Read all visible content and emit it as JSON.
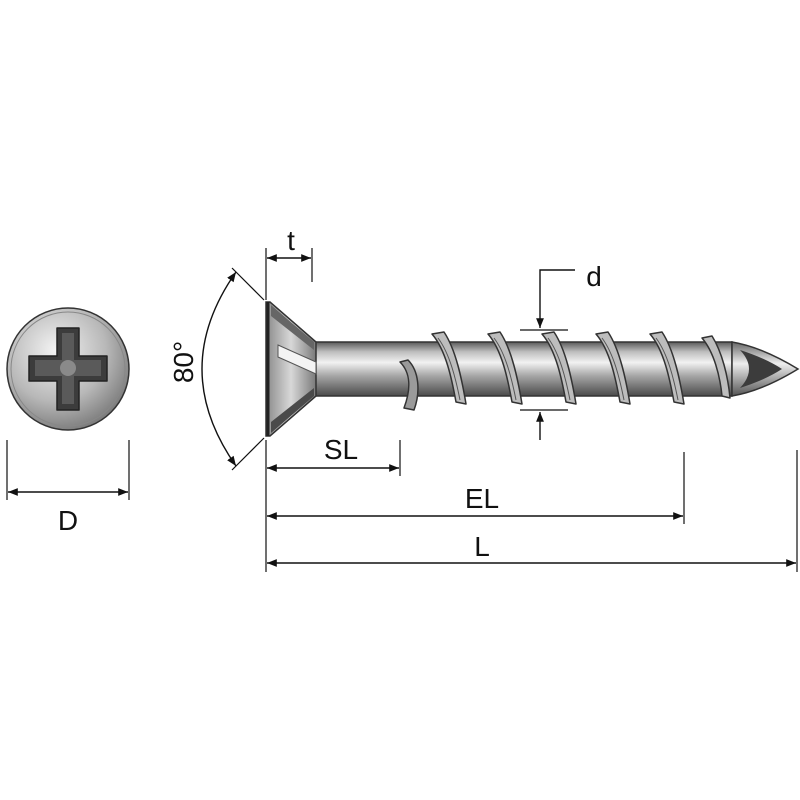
{
  "labels": {
    "head_diameter": "D",
    "head_thickness": "t",
    "countersink_angle": "80°",
    "thread_diameter": "d",
    "shank_length": "SL",
    "engagement_length": "EL",
    "total_length": "L"
  },
  "colors": {
    "steel_dark": "#4a4a4a",
    "steel_mid": "#9a9a9a",
    "steel_light": "#e8e8e8",
    "recess": "#3c3c3c",
    "dimension_line": "#111111"
  }
}
